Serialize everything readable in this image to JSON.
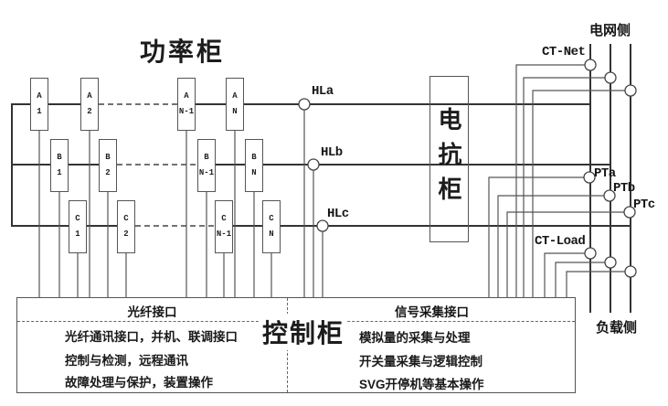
{
  "power": {
    "title": "功率柜",
    "modules": [
      {
        "phase": "A",
        "num": "1"
      },
      {
        "phase": "A",
        "num": "2"
      },
      {
        "phase": "A",
        "num": "N-1"
      },
      {
        "phase": "A",
        "num": "N"
      },
      {
        "phase": "B",
        "num": "1"
      },
      {
        "phase": "B",
        "num": "2"
      },
      {
        "phase": "B",
        "num": "N-1"
      },
      {
        "phase": "B",
        "num": "N"
      },
      {
        "phase": "C",
        "num": "1"
      },
      {
        "phase": "C",
        "num": "2"
      },
      {
        "phase": "C",
        "num": "N-1"
      },
      {
        "phase": "C",
        "num": "N"
      }
    ]
  },
  "hl": {
    "a": "HLa",
    "b": "HLb",
    "c": "HLc"
  },
  "reactor": {
    "title": "电抗柜"
  },
  "grid": {
    "side_label": "电网侧",
    "ct_net": "CT-Net",
    "pt_a": "PTa",
    "pt_b": "PTb",
    "pt_c": "PTc",
    "ct_load": "CT-Load",
    "load_side_label": "负载侧"
  },
  "control": {
    "title": "控制柜",
    "left": {
      "header": "光纤接口",
      "items": [
        "光纤通讯接口，并机、联调接口",
        "控制与检测，远程通讯",
        "故障处理与保护，装置操作"
      ]
    },
    "right": {
      "header": "信号采集接口",
      "items": [
        "模拟量的采集与处理",
        "开关量采集与逻辑控制",
        "SVG开停机等基本操作"
      ]
    }
  },
  "colors": {
    "thick_line": "#333333",
    "thin_line": "#555555",
    "border": "#555555",
    "text": "#151515"
  }
}
